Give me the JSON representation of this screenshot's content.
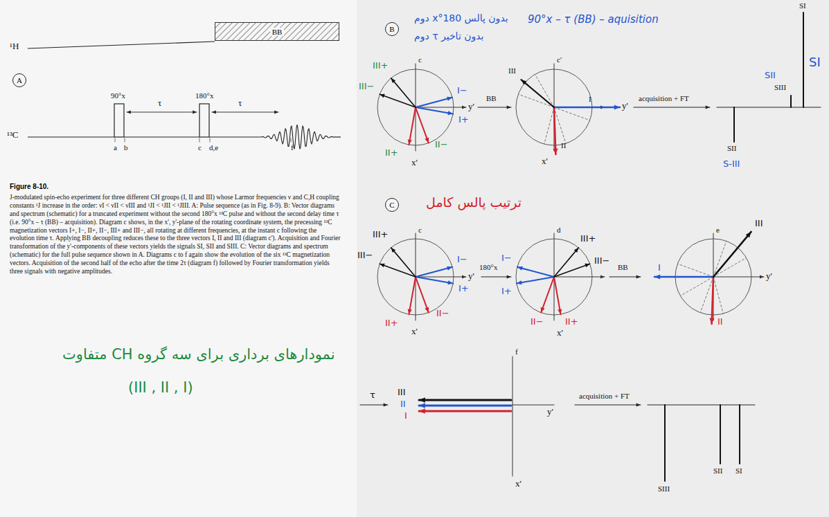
{
  "diagram": {
    "title": "Figure 8-10.",
    "caption": "J-modulated spin-echo experiment for three different CH groups (I, II and III) whose Larmor frequencies ν and C,H coupling constants ¹J increase in the order: νI < νII < νIII and ¹JI < ¹JII < ¹JIII. A: Pulse sequence (as in Fig. 8-9). B: Vector diagrams and spectrum (schematic) for a truncated experiment without the second 180°x ¹³C pulse and without the second delay time τ (i.e. 90°x – τ (BB) – acquisition). Diagram c shows, in the x', y'-plane of the rotating coordinate system, the precessing ¹³C magnetization vectors I+, I−, II+, II−, III+ and III−, all rotating at different frequencies, at the instant c following the evolution time τ. Applying BB decoupling reduces these to the three vectors I, II and III (diagram c'). Acquisition and Fourier transformation of the y'-components of these vectors yields the signals SI, SII and SIII. C: Vector diagrams and spectrum (schematic) for the full pulse sequence shown in A. Diagrams c to f again show the evolution of the six ¹³C magnetization vectors. Acquisition of the second half of the echo after the time 2τ (diagram f) followed by Fourier transformation yields three signals with negative amplitudes.",
    "nodes": [
      {
        "text": [
          "BB"
        ]
      },
      {
        "text": [
          "A"
        ]
      },
      {
        "text": [
          "B"
        ]
      },
      {
        "text": [
          "C"
        ]
      }
    ],
    "labels": [
      "¹H",
      "¹³C",
      "90°x",
      "180°x",
      "τ",
      "τ",
      "a",
      "b",
      "c",
      "d,e",
      "f",
      "نمودارهای برداری برای سه گروه CH متفاوت",
      "(III , II , I)",
      "بدون پالس 180°x دوم",
      "بدون تاخیر τ دوم",
      "90°x – τ (BB) – aquisition",
      "c",
      "y'",
      "x'",
      "III+",
      "III−",
      "I−",
      "I+",
      "II+",
      "II−",
      "BB",
      "c'",
      "y'",
      "x'",
      "III",
      "II",
      "I",
      "acquisition + FT",
      "SI",
      "SIII",
      "SII",
      "SI",
      "SII",
      "S-III",
      "ترتیب پالس کامل",
      "c",
      "y'",
      "x'",
      "III+",
      "III−",
      "I−",
      "I+",
      "II+",
      "II−",
      "180°x",
      "d",
      "x'",
      "III+",
      "III−",
      "I−",
      "I+",
      "II−",
      "II+",
      "BB",
      "e",
      "I",
      "II",
      "III",
      "y'",
      "τ",
      "f",
      "III",
      "II",
      "I",
      "y'",
      "x'",
      "acquisition + FT",
      "SIII",
      "SII",
      "SI"
    ]
  }
}
